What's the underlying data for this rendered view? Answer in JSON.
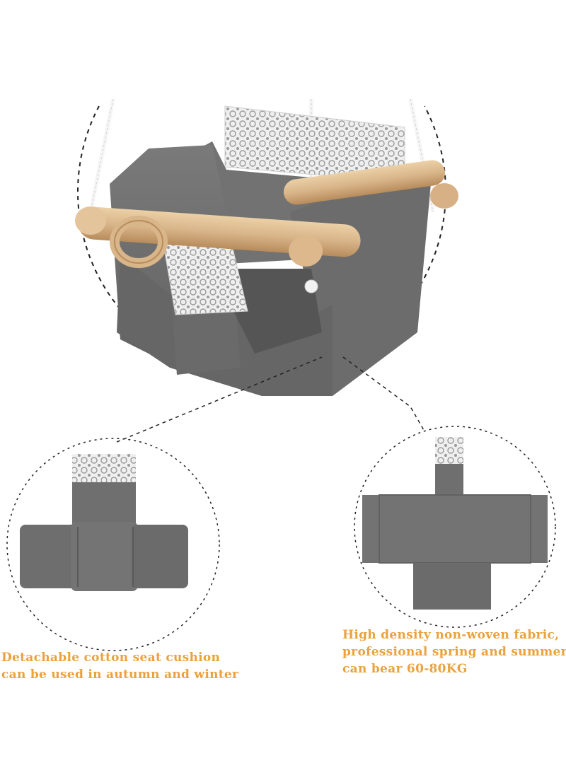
{
  "colors": {
    "caption_text": "#e9a23c",
    "fabric": "#6e6e6e",
    "fabric_light": "#8a8a8a",
    "fabric_dark": "#4f4f4f",
    "wood": "#d9b58a",
    "wood_dark": "#b88c5c",
    "lace": "#ececec",
    "rope": "#f4f4f4",
    "dashed_line": "#222222"
  },
  "captions": {
    "left": {
      "line1": "Detachable cotton seat cushion",
      "line2": "can be used in autumn and winter"
    },
    "right": {
      "line1": "High density non-woven fabric,",
      "line2": "professional spring and summer,",
      "line3": "can bear 60-80KG"
    }
  }
}
